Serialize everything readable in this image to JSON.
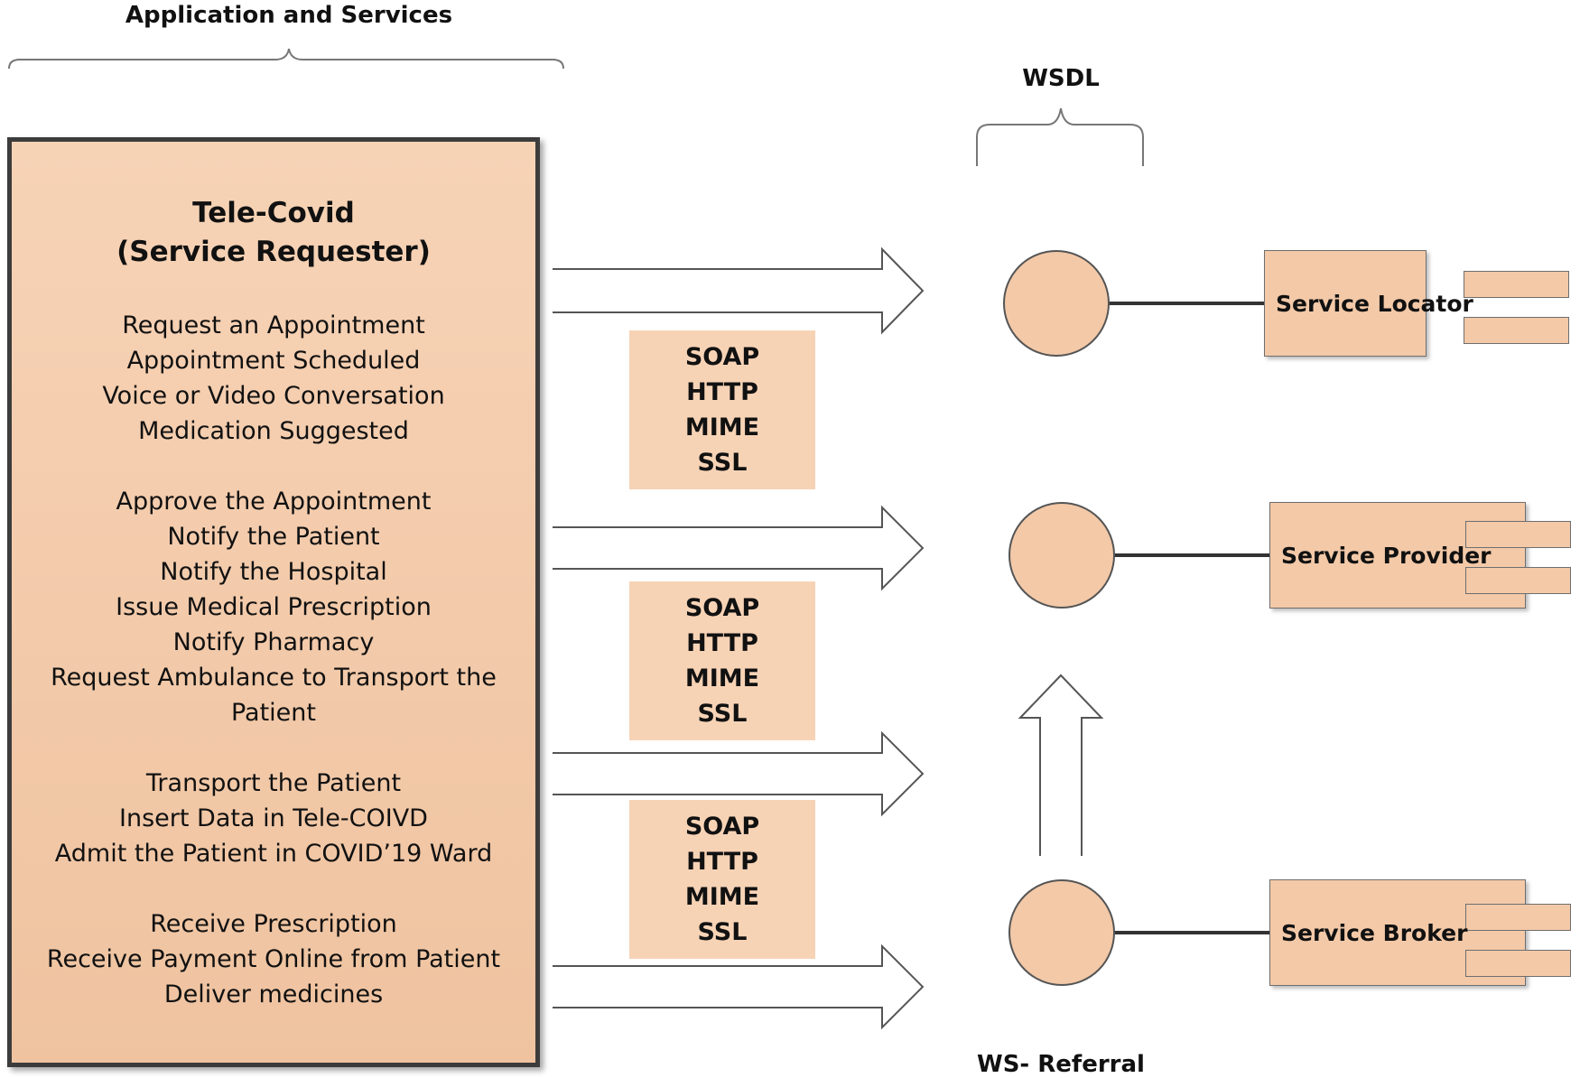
{
  "headings": {
    "application": "Application and Services",
    "wsdl": "WSDL",
    "referral": "WS- Referral"
  },
  "requester": {
    "title_line1": "Tele-Covid",
    "title_line2": "(Service Requester)",
    "groups": [
      [
        "Request an Appointment",
        "Appointment Scheduled",
        "Voice or Video Conversation",
        "Medication Suggested"
      ],
      [
        "Approve the Appointment",
        "Notify the Patient",
        "Notify the Hospital",
        "Issue Medical Prescription",
        "Notify Pharmacy",
        "Request Ambulance to Transport the Patient"
      ],
      [
        "Transport the Patient",
        "Insert Data in Tele-COIVD",
        "Admit the Patient in COVID’19 Ward"
      ],
      [
        "Receive Prescription",
        "Receive Payment Online from Patient",
        "Deliver medicines"
      ]
    ]
  },
  "protocol_boxes": [
    [
      "SOAP",
      "HTTP",
      "MIME",
      "SSL"
    ],
    [
      "SOAP",
      "HTTP",
      "MIME",
      "SSL"
    ],
    [
      "SOAP",
      "HTTP",
      "MIME",
      "SSL"
    ]
  ],
  "components": {
    "locator": "Service Locator",
    "provider": "Service Provider",
    "broker": "Service Broker"
  },
  "colors": {
    "fill": "#f3c9a8",
    "box_border": "#3c3c3c",
    "line": "#333333"
  }
}
